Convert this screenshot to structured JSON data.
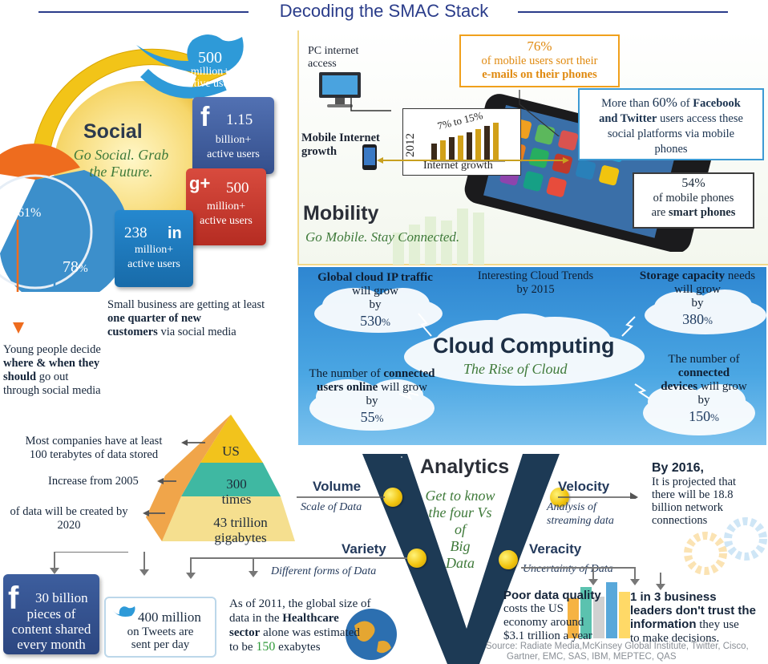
{
  "title": "Decoding the SMAC Stack",
  "social": {
    "heading": "Social",
    "tagline_1": "Go Social. Grab",
    "tagline_2": "the Future.",
    "twitter_num": "500",
    "twitter_l1": "million+",
    "twitter_l2": "active users",
    "facebook_num": "1.15",
    "facebook_l1": "billion+",
    "facebook_l2": "active users",
    "gplus_num": "500",
    "gplus_l1": "million+",
    "gplus_l2": "active users",
    "linkedin_num": "238",
    "linkedin_l1": "million+",
    "linkedin_l2": "active users",
    "pct_61": "61%",
    "pct_78": "78",
    "pct_78_sym": "%",
    "young_l1": "Young people decide",
    "young_l2": "where & when they",
    "young_l3": "should",
    "young_l3b": " go out",
    "young_l4": "through social media",
    "small_l1": "Small business are getting at least",
    "small_l2": "one quarter of new",
    "small_l3": "customers",
    "small_l3b": " via social media",
    "colors": {
      "twitter": "#2e9ad8",
      "facebook": "#3a5a9a",
      "gplus": "#c8372d",
      "linkedin": "#1b7bbf",
      "orange": "#ee6c1e"
    }
  },
  "mobility": {
    "heading": "Mobility",
    "tagline": "Go Mobile. Stay Connected.",
    "pc_l1": "PC internet",
    "pc_l2": "access",
    "growth_l1": "Mobile Internet",
    "growth_l2": "growth",
    "year": "2012",
    "range": "7% to 15%",
    "internet_growth": "Internet growth",
    "email_pct": "76%",
    "email_l1": "of mobile users sort their",
    "email_l2": "e-mails on their phones",
    "fb_l1a": "More than ",
    "fb_l1b": "60%",
    "fb_l1c": " of ",
    "fb_l1d": "Facebook",
    "fb_l2a": "and Twitter",
    "fb_l2b": " users access these",
    "fb_l3": "social platforms  via mobile",
    "fb_l4": "phones",
    "smart_pct": "54%",
    "smart_l1": "of mobile phones",
    "smart_l2a": "are ",
    "smart_l2b": "smart phones"
  },
  "cloud": {
    "heading": "Cloud Computing",
    "tagline": "The Rise of Cloud",
    "trends_l1": "Interesting Cloud Trends",
    "trends_l2": "by 2015",
    "ip_l1": "Global cloud IP traffic",
    "ip_l2": "will grow",
    "ip_l3": "by",
    "ip_pct": "530",
    "storage_l1a": "Storage capacity",
    "storage_l1b": " needs",
    "storage_l2": "will grow",
    "storage_l3": "by",
    "storage_pct": "380",
    "users_l1a": "The number of ",
    "users_l1b": "connected",
    "users_l2a": "users online",
    "users_l2b": " will grow",
    "users_l3": "by",
    "users_pct": "55",
    "devices_l1": "The number of",
    "devices_l2": "connected",
    "devices_l3a": "devices",
    "devices_l3b": " will grow",
    "devices_l4": "by",
    "devices_pct": "150",
    "pct": "%"
  },
  "analytics": {
    "heading": "Analytics",
    "sub_l1": "Get to know",
    "sub_l2": "the four Vs",
    "sub_l3": "of",
    "sub_l4": "Big",
    "sub_l5": "Data",
    "volume": "Volume",
    "volume_sub": "Scale of Data",
    "velocity": "Velocity",
    "velocity_sub_l1": "Analysis of",
    "velocity_sub_l2": "streaming data",
    "variety": "Variety",
    "variety_sub": "Different forms of Data",
    "veracity": "Veracity",
    "veracity_sub": "Uncertainty of Data",
    "pyr_top": "US",
    "pyr_mid_l1": "300",
    "pyr_mid_l2": "times",
    "pyr_bot_l1": "43 trillion",
    "pyr_bot_l2": "gigabytes",
    "most_l1": "Most companies have at least",
    "most_l2": "100 terabytes of data stored",
    "increase": "Increase from 2005",
    "created_l1": "of data will be created by",
    "created_l2": "2020",
    "by2016_l1": "By 2016,",
    "by2016_l2": "It is projected that",
    "by2016_l3": "there will be 18.8",
    "by2016_l4": "billion network",
    "by2016_l5": "connections",
    "fb_num": "30 billion",
    "fb_l2": "pieces of",
    "fb_l3": "content shared",
    "fb_l4": "every month",
    "tw_num": "400 million",
    "tw_l2": "on Tweets are",
    "tw_l3": "sent per day",
    "health_l1": "As of 2011, the global size of",
    "health_l2a": "data in the ",
    "health_l2b": "Healthcare",
    "health_l3a": "sector",
    "health_l3b": " alone was estimated",
    "health_l4a": "to be ",
    "health_l4b": "150",
    "health_l4c": " exabytes",
    "poor_l1a": "Poor data quality",
    "poor_l2": "costs the US",
    "poor_l3": "economy around",
    "poor_l4": "$3.1 trillion a year",
    "leaders_l1": "1 in 3 business",
    "leaders_l2": "leaders don't trust the",
    "leaders_l3a": "information",
    "leaders_l3b": " they use",
    "leaders_l4": "to make decisions.",
    "source_l1": "Source: Radiate Media,McKinsey Global Institute, Twitter, Cisco,",
    "source_l2": "Gartner, EMC, SAS, IBM, MEPTEC, QAS"
  }
}
